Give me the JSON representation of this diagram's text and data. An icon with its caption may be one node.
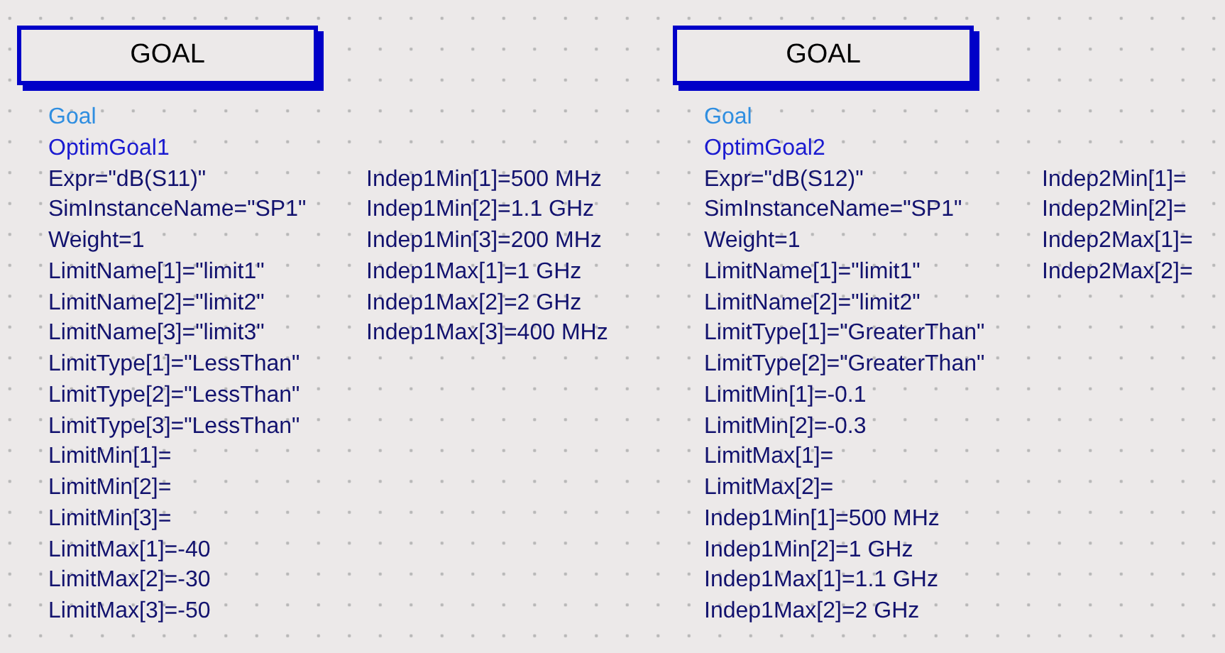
{
  "diagram": {
    "nodes": [
      {
        "text": [
          "GOAL"
        ]
      },
      {
        "text": [
          "GOAL"
        ]
      }
    ],
    "labels": [
      "Goal",
      "OptimGoal1",
      "Expr=\"dB(S11)\"",
      "SimInstanceName=\"SP1\"",
      "Weight=1",
      "LimitName[1]=\"limit1\"",
      "LimitName[2]=\"limit2\"",
      "LimitName[3]=\"limit3\"",
      "LimitType[1]=\"LessThan\"",
      "LimitType[2]=\"LessThan\"",
      "LimitType[3]=\"LessThan\"",
      "LimitMin[1]=",
      "LimitMin[2]=",
      "LimitMin[3]=",
      "LimitMax[1]=-40",
      "LimitMax[2]=-30",
      "LimitMax[3]=-50",
      "Indep1Min[1]=500 MHz",
      "Indep1Min[2]=1.1 GHz",
      "Indep1Min[3]=200 MHz",
      "Indep1Max[1]=1 GHz",
      "Indep1Max[2]=2 GHz",
      "Indep1Max[3]=400 MHz",
      "Goal",
      "OptimGoal2",
      "Expr=\"dB(S12)\"",
      "SimInstanceName=\"SP1\"",
      "Weight=1",
      "LimitName[1]=\"limit1\"",
      "LimitName[2]=\"limit2\"",
      "LimitType[1]=\"GreaterThan\"",
      "LimitType[2]=\"GreaterThan\"",
      "LimitMin[1]=-0.1",
      "LimitMin[2]=-0.3",
      "LimitMax[1]=",
      "LimitMax[2]=",
      "Indep1Min[1]=500 MHz",
      "Indep1Min[2]=1 GHz",
      "Indep1Max[1]=1.1 GHz",
      "Indep1Max[2]=2 GHz",
      "Indep2Min[1]=",
      "Indep2Min[2]=",
      "Indep2Max[1]=",
      "Indep2Max[2]="
    ]
  }
}
